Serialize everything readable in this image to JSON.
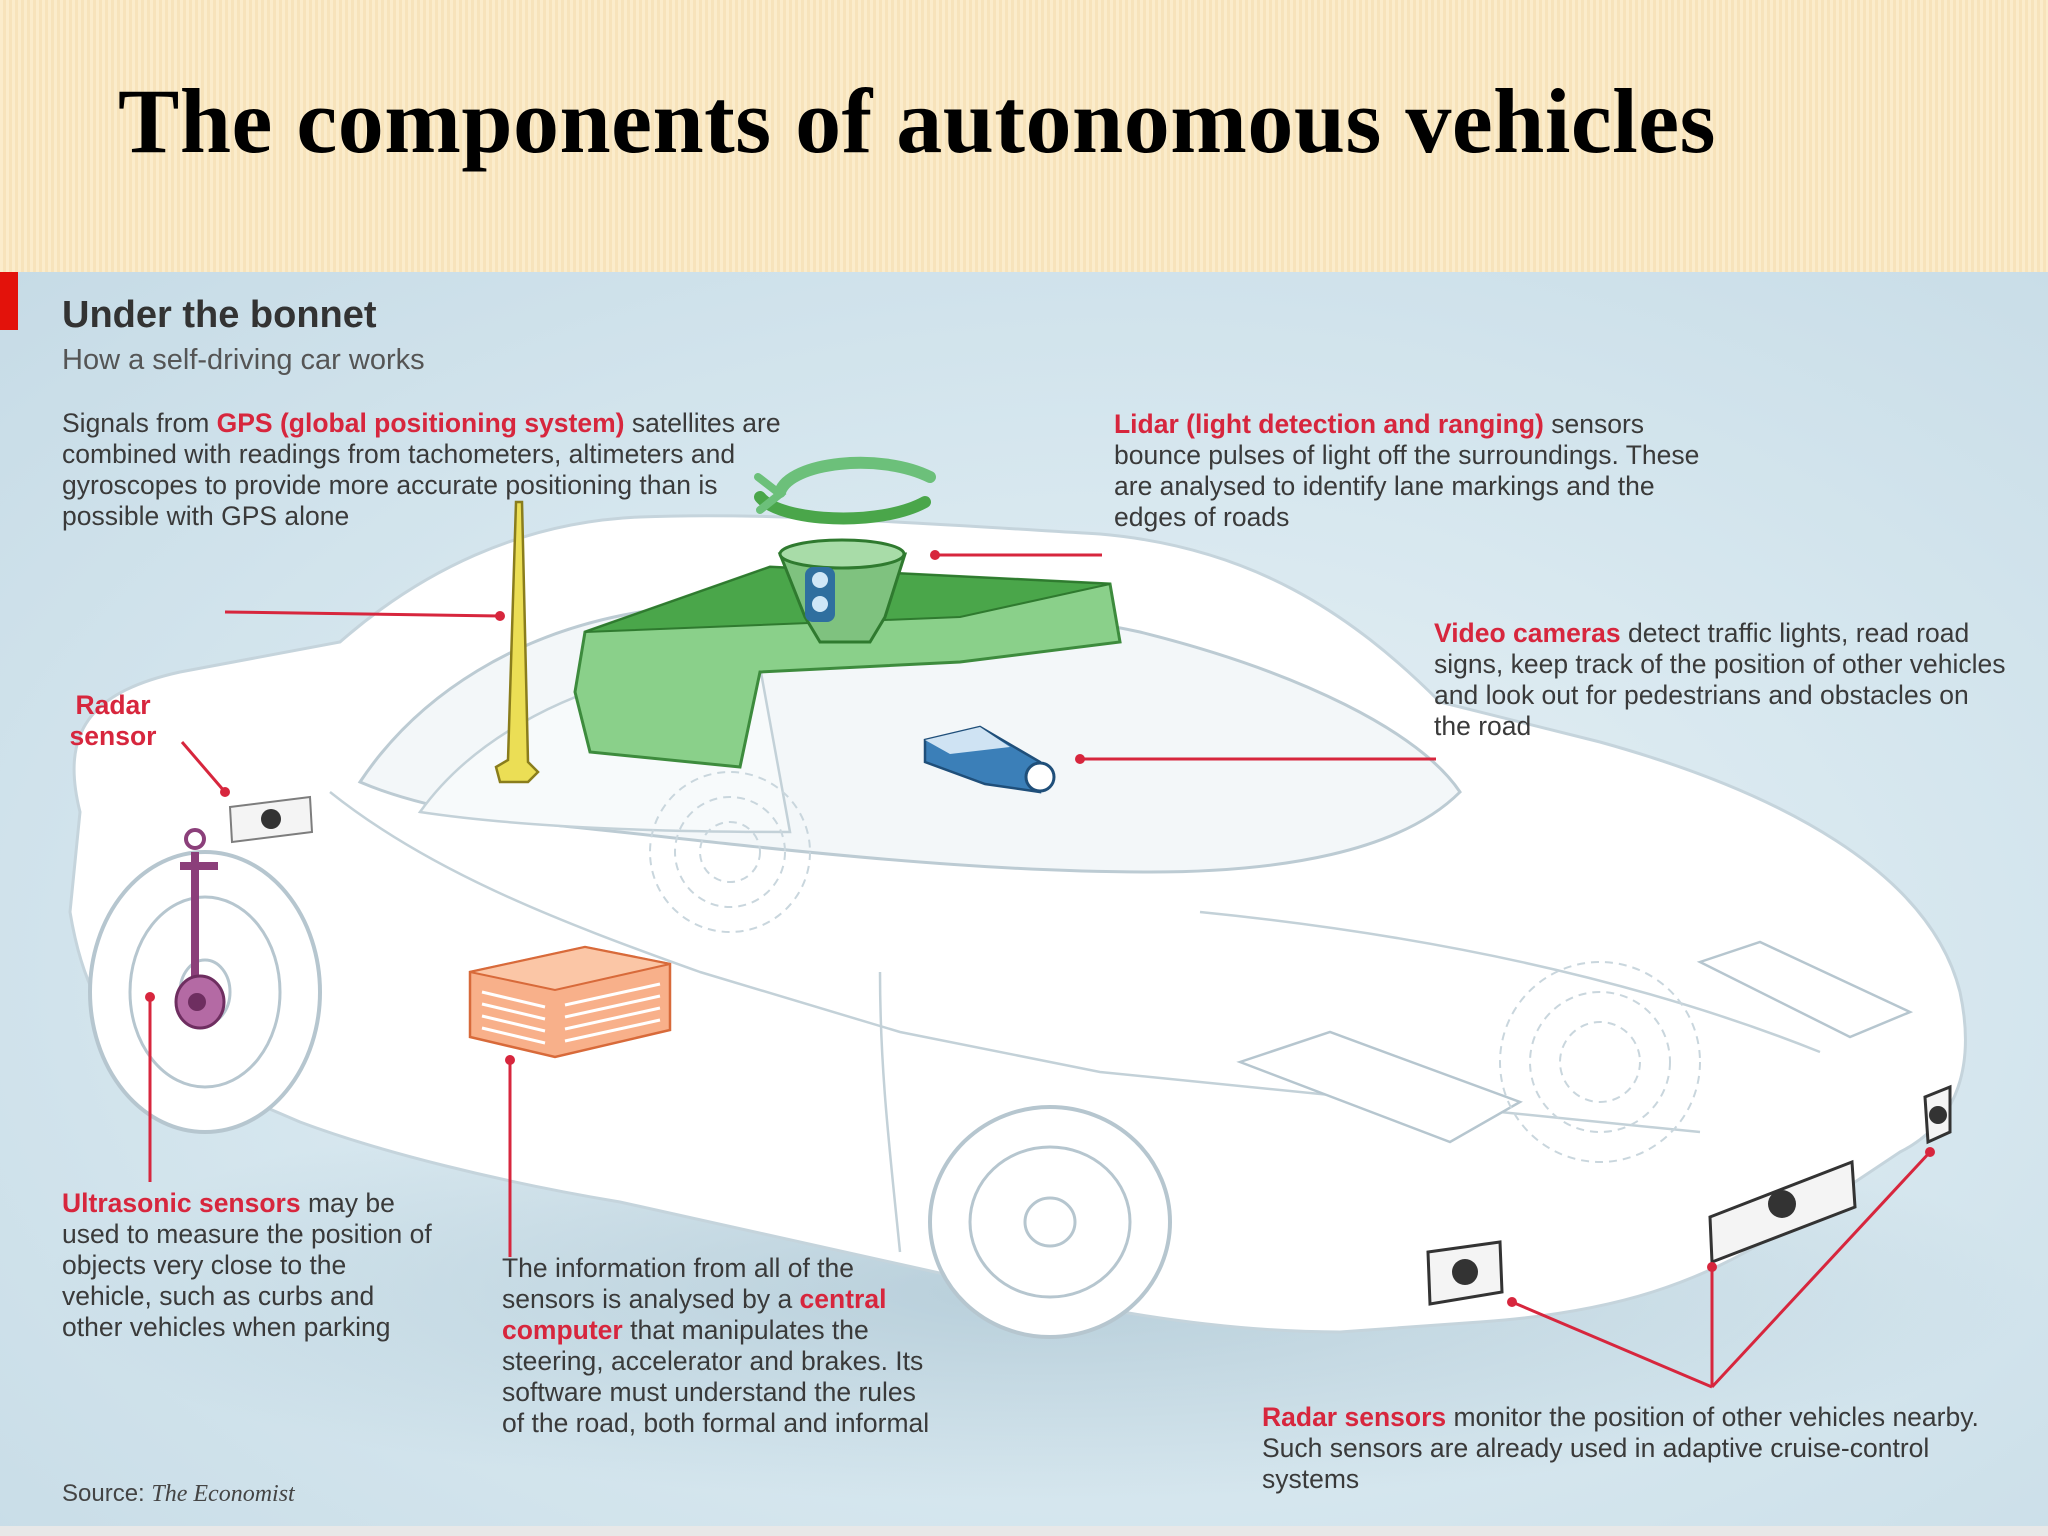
{
  "slide": {
    "title": "The components of autonomous vehicles"
  },
  "graphic": {
    "title": "Under the bonnet",
    "subtitle": "How a self-driving car works",
    "source_label": "Source:",
    "source_name": "The Economist"
  },
  "notes": {
    "gps": {
      "pre": "Signals from ",
      "highlight": "GPS (global positioning system)",
      "post": " satellites are combined with readings from tachometers, altimeters and gyroscopes to provide more accurate positioning than is possible with GPS alone"
    },
    "lidar": {
      "highlight": "Lidar (light detection and ranging)",
      "post": " sensors bounce pulses of light off  the surroundings. These are analysed to identify lane markings and the edges of roads"
    },
    "video": {
      "highlight": "Video cameras",
      "post": " detect traffic lights, read road signs, keep track of the position of other vehicles and look out for pedestrians and obstacles on the road"
    },
    "radar_sensor": {
      "highlight": "Radar sensor"
    },
    "ultrasonic": {
      "highlight": "Ultrasonic sensors",
      "post": " may be used to measure the position of objects very close to the vehicle, such as curbs and other vehicles when parking"
    },
    "computer": {
      "pre": "The information from all of the sensors is analysed by a ",
      "highlight": "central computer",
      "post": " that manipulates the steering, accelerator and brakes. Its software must understand the rules of the road, both formal and informal"
    },
    "radar_sensors": {
      "highlight": "Radar sensors",
      "post": " monitor the position of other vehicles nearby. Such sensors are already used in adaptive cruise-control systems"
    }
  },
  "colors": {
    "accent_red": "#d7263d",
    "lidar_green": "#6fbf6a",
    "gps_yellow": "#e6d84a",
    "computer_orange": "#f59a6b",
    "camera_blue": "#3b7fb8",
    "ultrasonic_purple": "#8b3f7a"
  }
}
